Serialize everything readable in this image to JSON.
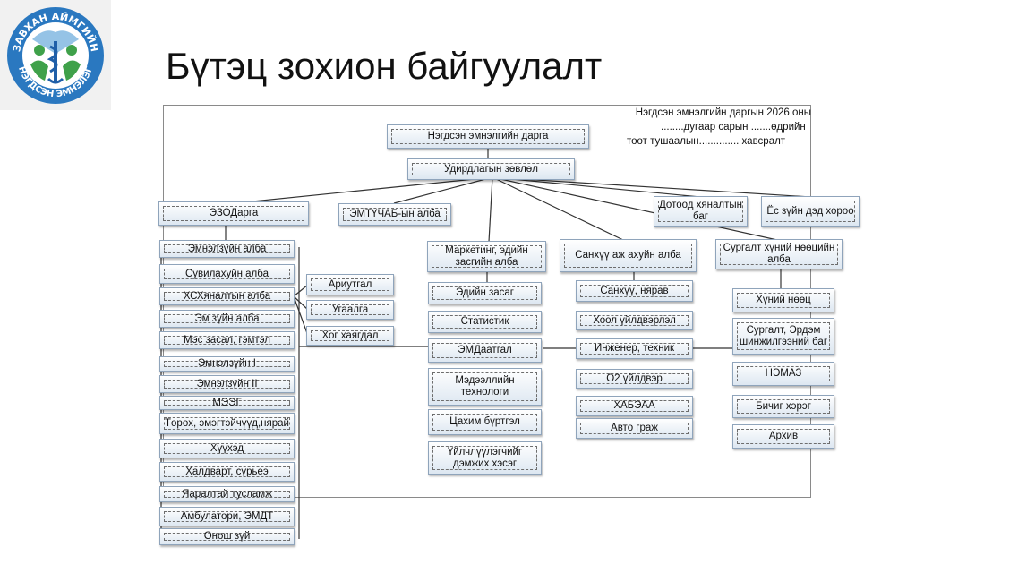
{
  "title": "Бүтэц зохион байгуулалт",
  "logo": {
    "top_text": "ЗАВХАН АЙМГИЙН",
    "bottom_text": "НЭГДСЭН ЭМНЭЛЭГ",
    "colors": {
      "ring": "#2a78c0",
      "ring_text": "#ffffff",
      "inner_bg": "#ffffff",
      "figures": "#3fa14a",
      "accent": "#1f5fa8"
    }
  },
  "approval_note": {
    "line1": "Нэгдсэн эмнэлгийн даргын 2026 оны",
    "line2": "........дугаар сарын .......өдрийн",
    "line3": "тоот    тушаалын.............. хавсралт"
  },
  "org": {
    "director": "Нэгдсэн эмнэлгийн дарга",
    "board": "Удирдлагын зөвлөл",
    "level2": {
      "deputy": "ЭЗОДарга",
      "emtuchab": "ЭМТҮЧАБ-ын алба",
      "internal_control": "Дотоод хяналтын баг",
      "ethics": "Ёс зүйн дэд хороо"
    },
    "clinical_units": [
      "Эмнэлзүйн алба",
      "Сувилахуйн алба",
      "ХСХяналтын алба",
      "Эм зүйн алба",
      "Мэс засал, гэмтэл",
      "Эмнэлзүйн I",
      "Эмнэлзүйн II",
      "МЭЭГ",
      "Төрөх, эмэгтэйчүүд,нярай",
      "Хүүхэд",
      "Халдварт, сүрьеэ",
      "Яаралтай тусламж",
      "Амбулатори, ЭМДТ",
      "Онош зүй"
    ],
    "infection_control_units": [
      "Ариутгал",
      "Угаалга",
      "Хог хаягдал"
    ],
    "marketing": {
      "head": "Маркетинг, эдийн засгийн алба",
      "units": [
        "Эдийн засаг",
        "Статистик",
        "ЭМДаатгал",
        "Мэдээллийн технологи",
        "Цахим бүртгэл",
        "Үйлчлүүлэгчийг дэмжих хэсэг"
      ]
    },
    "finance": {
      "head": "Санхүү аж ахуйн алба",
      "units": [
        "Санхүү, нярав",
        "Хоол үйлдвэрлэл",
        "Инженер, техник",
        "О2 үйлдвэр",
        "ХАБЭАА",
        "Авто граж"
      ]
    },
    "hr": {
      "head": "Сургалт хүний нөөцийн алба",
      "units": [
        "Хүний нөөц",
        "Сургалт, Эрдэм шинжилгээний баг",
        "НЭМАЗ",
        "Бичиг хэрэг",
        "Архив"
      ]
    }
  }
}
